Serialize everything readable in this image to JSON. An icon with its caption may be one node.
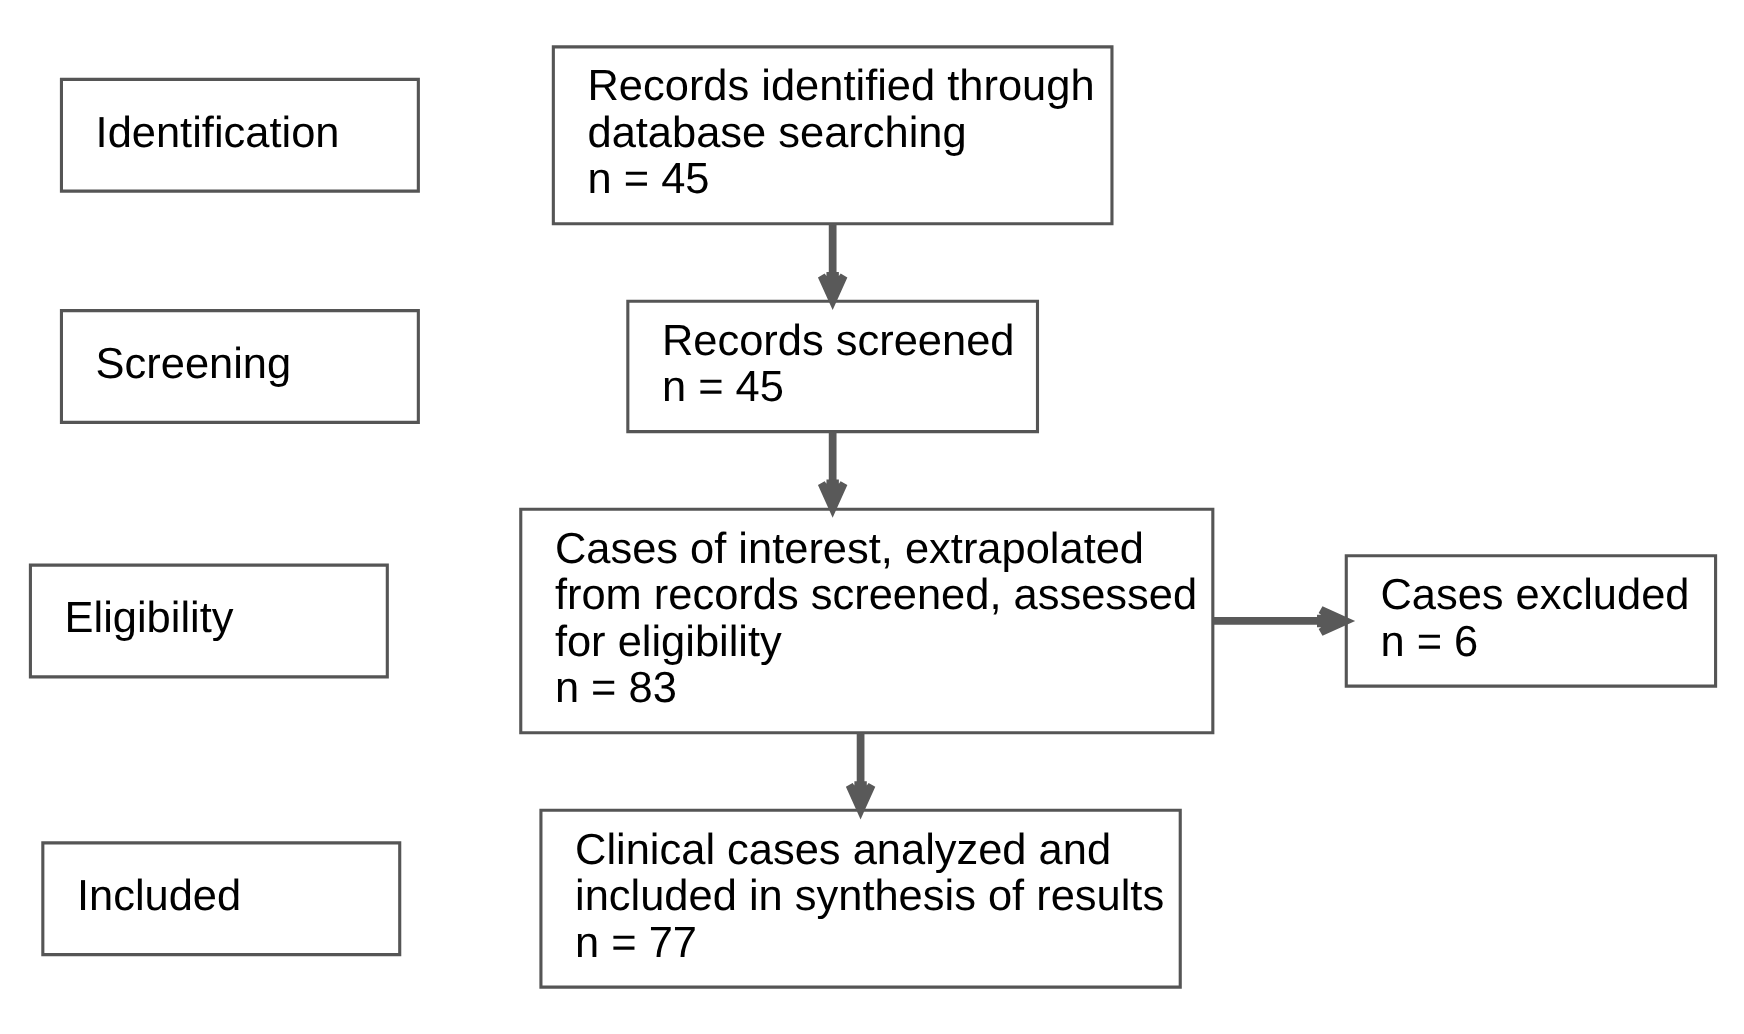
{
  "diagram": {
    "nodes": [
      {
        "text": [
          "Identification"
        ]
      },
      {
        "text": [
          "Records identified through database searching",
          "n = 45"
        ]
      },
      {
        "text": [
          "Screening"
        ]
      },
      {
        "text": [
          "Records screened",
          "n = 45"
        ]
      },
      {
        "text": [
          "Eligibility"
        ]
      },
      {
        "text": [
          "Cases of interest, extrapolated from records screened, assessed for eligibility",
          "n = 83"
        ]
      },
      {
        "text": [
          "Cases excluded",
          "n = 6"
        ]
      },
      {
        "text": [
          "Included"
        ]
      },
      {
        "text": [
          "Clinical cases analyzed and included in synthesis of results",
          "n = 77"
        ]
      }
    ],
    "edges": [
      {
        "from": 1,
        "to": 3,
        "arrow": "to"
      },
      {
        "from": 3,
        "to": 5,
        "arrow": "to"
      },
      {
        "from": 5,
        "to": 6,
        "arrow": "to"
      },
      {
        "from": 5,
        "to": 8,
        "arrow": "to"
      }
    ]
  }
}
